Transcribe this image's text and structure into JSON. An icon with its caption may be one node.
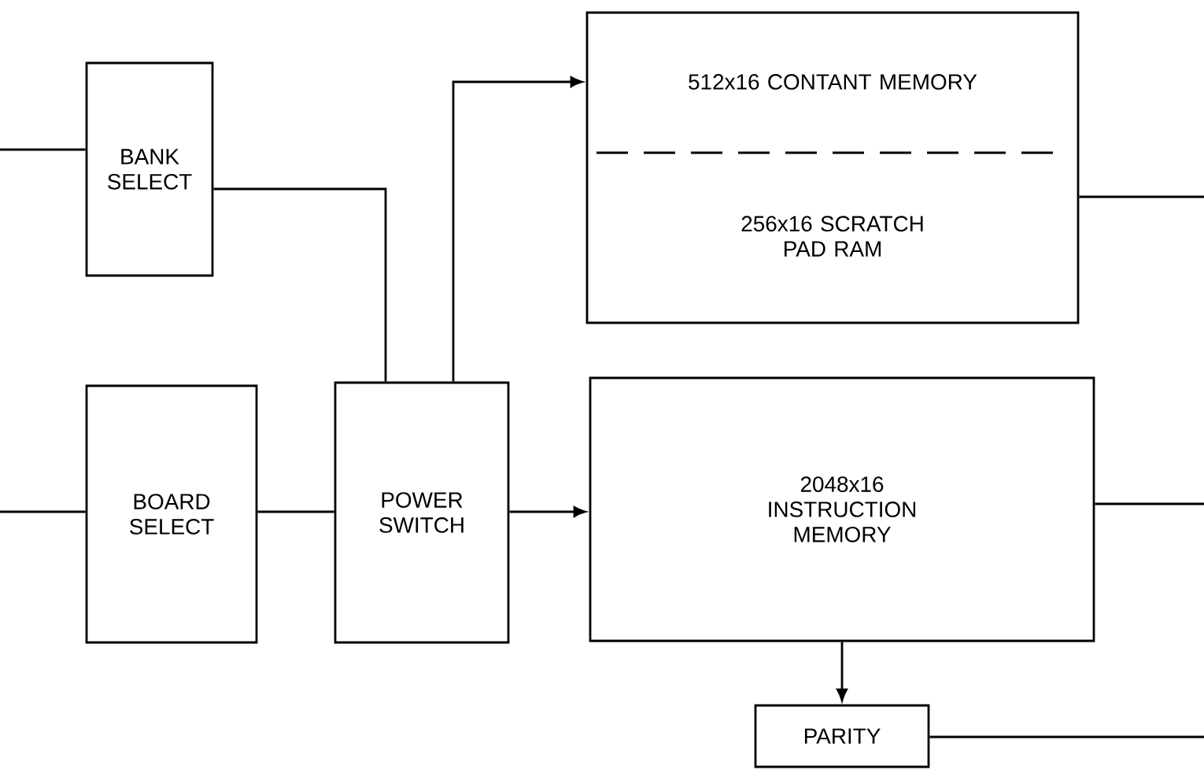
{
  "diagram": {
    "nodes": [
      {
        "text": [
          "BANK SELECT"
        ]
      },
      {
        "text": [
          "BOARD SELECT"
        ]
      },
      {
        "text": [
          "POWER SWITCH"
        ]
      },
      {
        "text": [
          "512x16 CONTANT MEMORY",
          "256x16 SCRATCH PAD RAM"
        ]
      },
      {
        "text": [
          "2048x16 INSTRUCTION MEMORY"
        ]
      },
      {
        "text": [
          "PARITY"
        ]
      }
    ],
    "edges": [
      {
        "from": null,
        "to": 0,
        "arrow": "none"
      },
      {
        "from": 0,
        "to": 2,
        "arrow": "none"
      },
      {
        "from": null,
        "to": 1,
        "arrow": "none"
      },
      {
        "from": 1,
        "to": 2,
        "arrow": "none"
      },
      {
        "from": 2,
        "to": 3,
        "arrow": "to"
      },
      {
        "from": 2,
        "to": 4,
        "arrow": "to"
      },
      {
        "from": 3,
        "to": null,
        "arrow": "none"
      },
      {
        "from": 4,
        "to": null,
        "arrow": "none"
      },
      {
        "from": 4,
        "to": 5,
        "arrow": "to"
      },
      {
        "from": 5,
        "to": null,
        "arrow": "none"
      }
    ]
  }
}
